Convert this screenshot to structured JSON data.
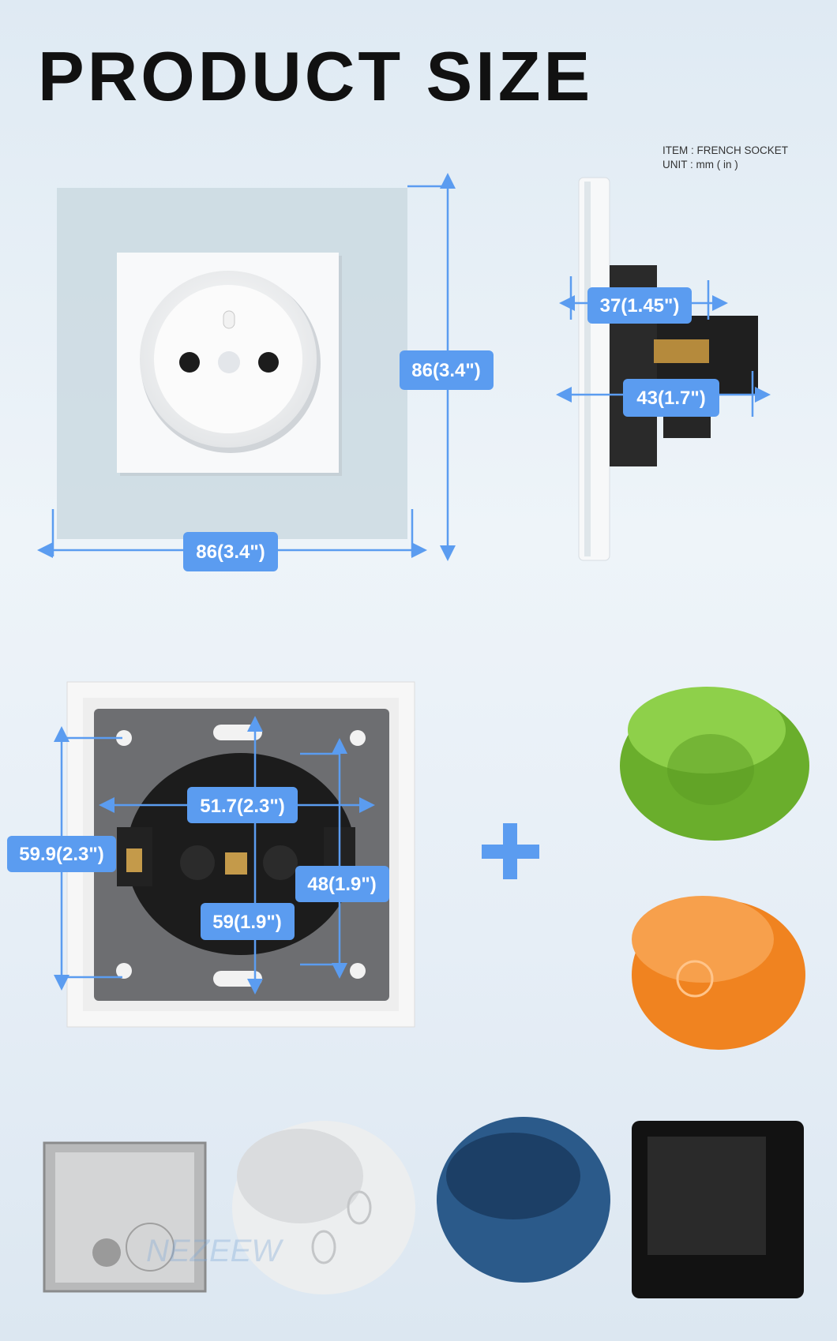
{
  "header": {
    "title": "PRODUCT SIZE"
  },
  "meta": {
    "item": "ITEM : FRENCH SOCKET",
    "unit": "UNIT : mm  ( in )"
  },
  "dimensions": {
    "front_height": "86(3.4\")",
    "front_width": "86(3.4\")",
    "side_depth_inner": "37(1.45\")",
    "side_depth_total": "43(1.7\")",
    "back_hole_spacing": "51.7(2.3\")",
    "back_height": "59.9(2.3\")",
    "back_mount_height": "48(1.9\")",
    "back_mount_spacing": "59(1.9\")"
  },
  "watermark": "NEZEEW",
  "colors": {
    "accent": "#5b9cf0",
    "green_box": "#7cc23a",
    "orange_box": "#f5923a",
    "blue_box": "#2e5f92",
    "black_box": "#1a1a1a"
  }
}
